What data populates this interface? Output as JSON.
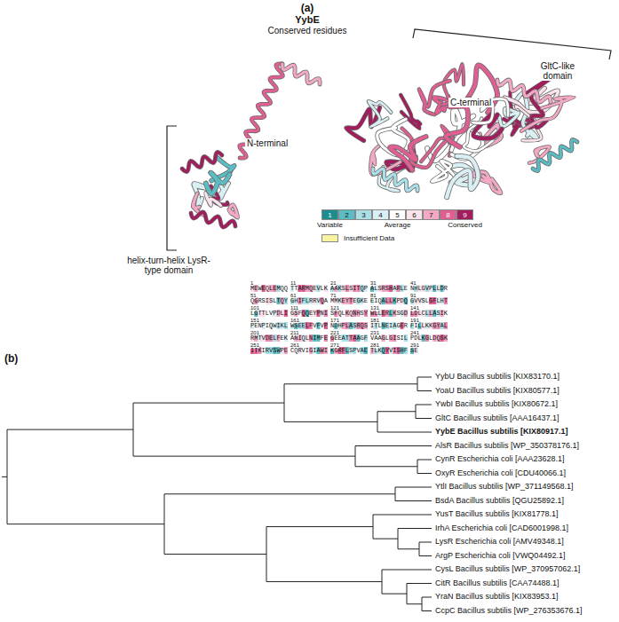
{
  "diagram": {
    "labels": [
      "(a)",
      "YybE",
      "Conserved residues",
      "GltC-like domain",
      "C-terminal",
      "N-terminal",
      "helix-turn-helix LysR-type domain",
      "Variable",
      "Average",
      "Conserved",
      "1",
      "11",
      "21",
      "31",
      "41",
      "MEWEQLEMQQ",
      "TTARMQEVLK",
      "AAKSLSITQP",
      "ALSRSHARLE",
      "NHLGVPLLDR",
      "51",
      "61",
      "71",
      "81",
      "91",
      "QGRSISLTQY",
      "GHIFLRRVQA",
      "MMKEYTEGKE",
      "EIQALLKPDQ",
      "GVVSLGFLHT",
      "101",
      "111",
      "121",
      "131",
      "141",
      "LGTTLVPDLI",
      "GSFQQEYPNI",
      "SFQLKQNHSY",
      "WLLERLKSGD",
      "LDLCLLASIK",
      "151",
      "161",
      "171",
      "181",
      "191",
      "PENPIQWIKL",
      "WSEELFVFVP",
      "NDHPLASRQS",
      "ITLNEIAGER",
      "FILLKKGYAL",
      "201",
      "211",
      "221",
      "231",
      "241",
      "RMTVDELFEK",
      "ANIQLNIMFE",
      "GEEATTAAGF",
      "VAAGLGISIL",
      "PDLKGLDQSK",
      "251",
      "261",
      "271",
      "281",
      "291",
      "ITKIRVSWPE",
      "CQRVIGIAWI",
      "KGRFLSPVAE",
      "TLKQYVISHF",
      "SE",
      "(b)",
      "YybU Bacillus subtilis [KIX83170.1]",
      "YoaU Bacillus subtilis [KIX80577.1]",
      "YwbI Bacillus subtilis [KIX80672.1]",
      "GltC Bacillus subtilis [AAA16437.1]",
      "YybE Bacillus subtilis [KIX80917.1]",
      "AlsR Bacillus subtilis [WP_350378176.1]",
      "CynR Escherichia coli [AAA23628.1]",
      "OxyR Escherichia coli [CDU40066.1]",
      "YtlI Bacillus subtilis [WP_371149568.1]",
      "BsdA Bacillus subtilis [QGU25892.1]",
      "YusT Bacillus subtilis [KIX81778.1]",
      "IrhA Escherichia coli [CAD6001998.1]",
      "LysR Escherichia coli [AMV49348.1]",
      "ArgP Escherichia coli [VWQ04492.1]",
      "CysL Bacillus subtilis [WP_370957062.1]",
      "CitR Bacillus subtilis [CAA74488.1]",
      "YraN Bacillus subtilis [KIX83953.1]",
      "CcpC Bacillus subtilis [WP_276353676.1]"
    ],
    "legend": [
      {
        "text": "1",
        "color": "#1c8d8f"
      },
      {
        "text": "2",
        "color": "#5cbcc4"
      },
      {
        "text": "3",
        "color": "#a9dfe6"
      },
      {
        "text": "4",
        "color": "#d9eff3"
      },
      {
        "text": "5",
        "color": "#ffffff"
      },
      {
        "text": "6",
        "color": "#fbe3ec"
      },
      {
        "text": "7",
        "color": "#f3a9c5"
      },
      {
        "text": "8",
        "color": "#df5f92"
      },
      {
        "text": "9",
        "color": "#a11d5d"
      },
      {
        "text": "Insufficient Data",
        "color": "#f7f3a1"
      }
    ]
  }
}
